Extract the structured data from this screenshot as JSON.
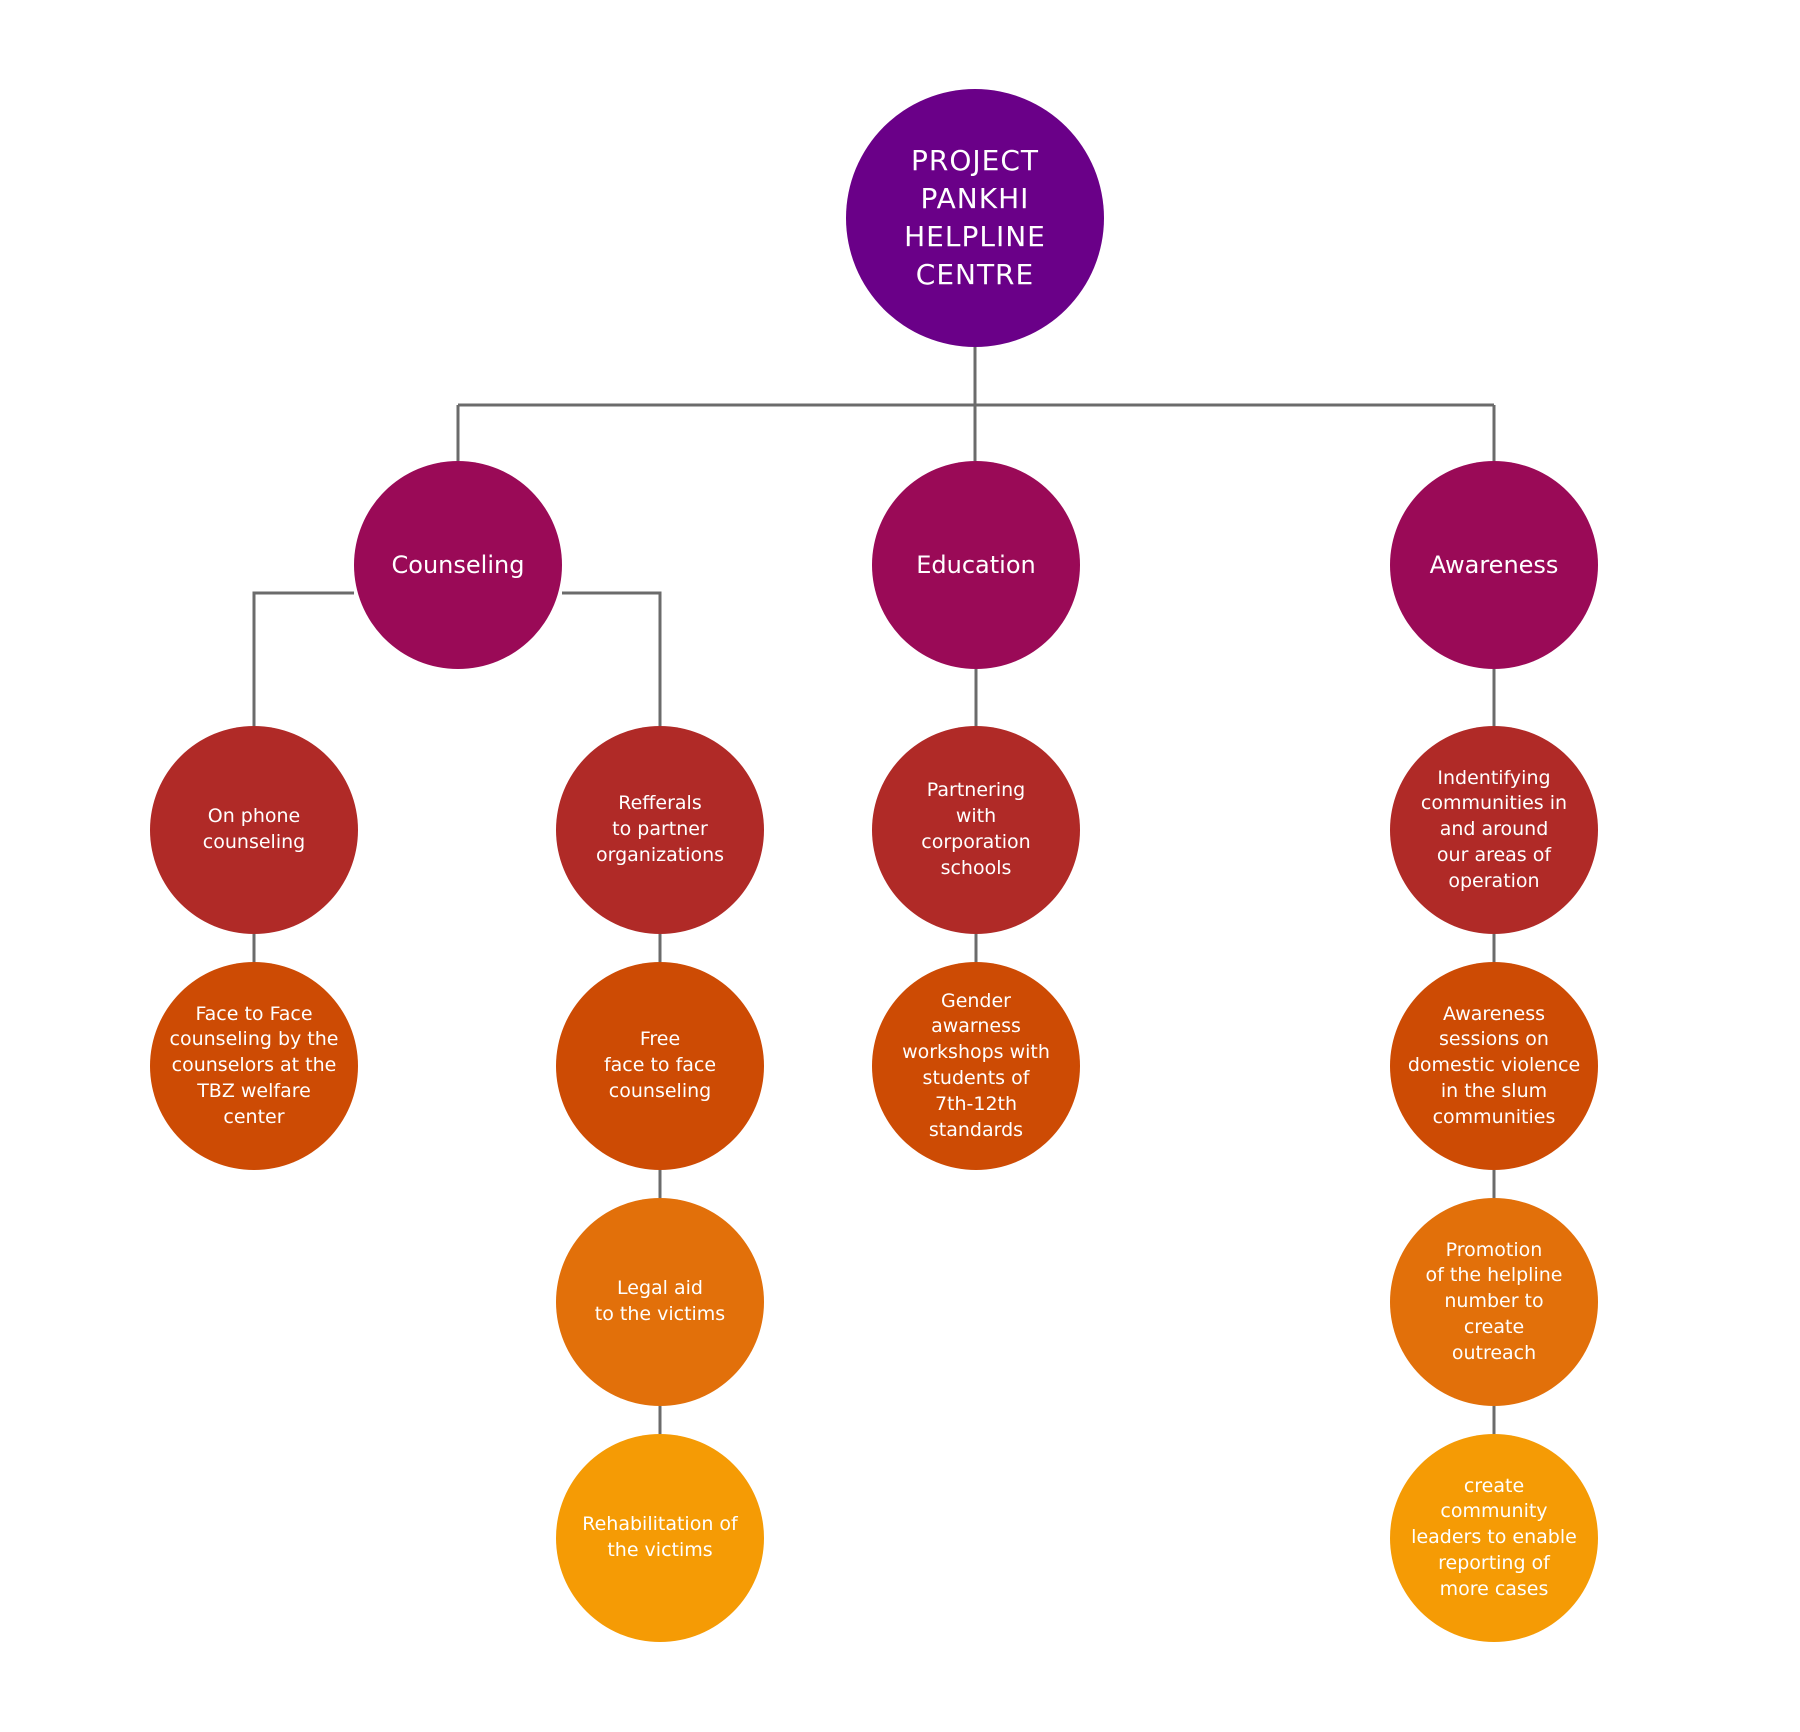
{
  "colors": {
    "root": "#6a0088",
    "category": "#9a0a57",
    "level_1": "#b02a27",
    "level_2": "#cd4b04",
    "level_3": "#e2700a",
    "level_4": "#f59b05",
    "connector": "#6b6b6b"
  },
  "root": {
    "label": "PROJECT\nPANKHI\nHELPLINE\nCENTRE"
  },
  "categories": [
    {
      "label": "Counseling",
      "branches": [
        {
          "items": [
            "On phone\ncounseling",
            "Face to Face\ncounseling by the\ncounselors at the\nTBZ welfare\ncenter"
          ]
        },
        {
          "items": [
            "Refferals\nto partner\norganizations",
            "Free\nface to face\ncounseling",
            "Legal aid\nto the victims",
            "Rehabilitation of\nthe victims"
          ]
        }
      ]
    },
    {
      "label": "Education",
      "branches": [
        {
          "items": [
            "Partnering\nwith\ncorporation\nschools",
            "Gender\nawarness\nworkshops with\nstudents of\n7th-12th\nstandards"
          ]
        }
      ]
    },
    {
      "label": "Awareness",
      "branches": [
        {
          "items": [
            "Indentifying\ncommunities in\nand around\nour areas of\noperation",
            "Awareness\nsessions on\ndomestic violence\nin the slum\ncommunities",
            "Promotion\nof the helpline\nnumber to\ncreate\noutreach",
            "create\ncommunity\nleaders to enable\nreporting of\nmore cases"
          ]
        }
      ]
    }
  ]
}
